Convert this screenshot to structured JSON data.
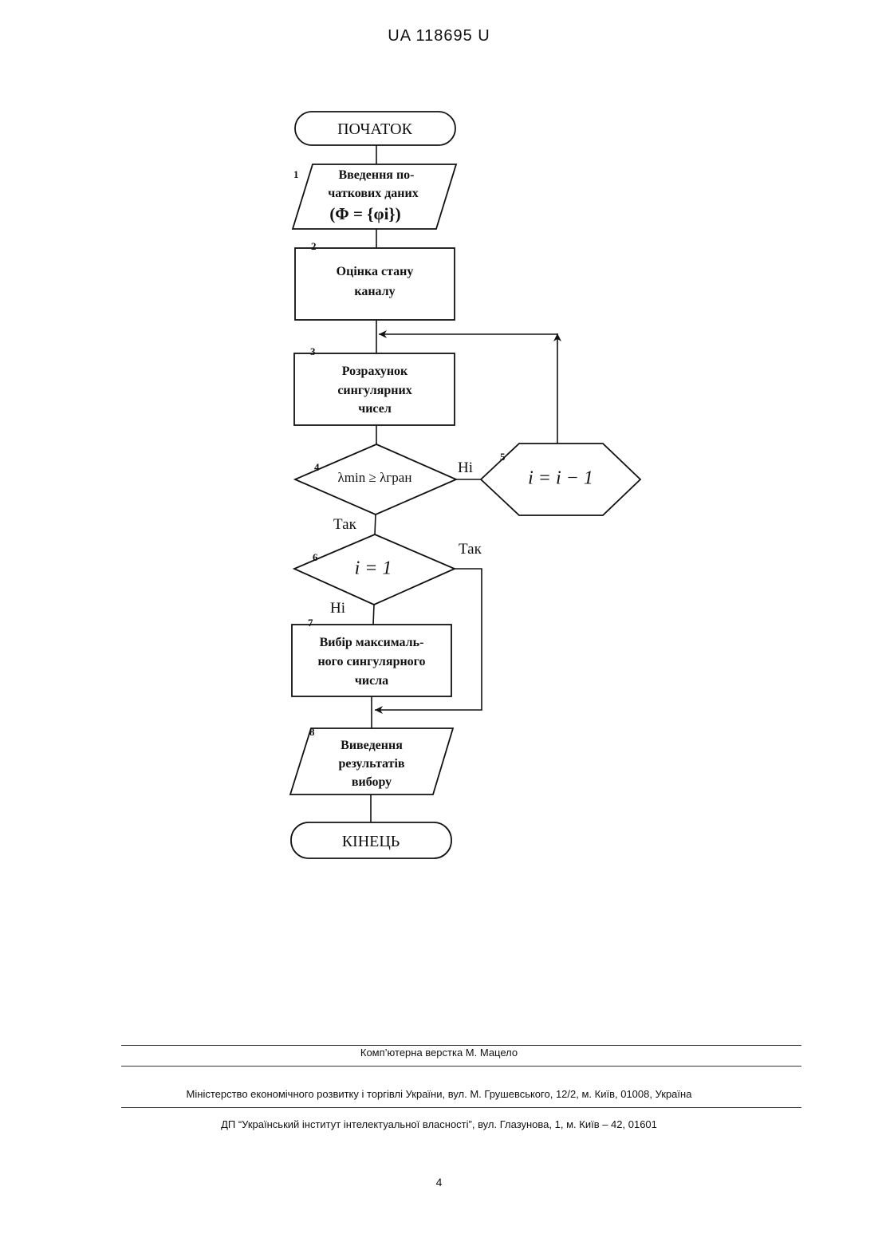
{
  "header": {
    "patent_number": "UA   118695   U"
  },
  "flowchart": {
    "start": "ПОЧАТОК",
    "end": "КІНЕЦЬ",
    "blocks": [
      {
        "num": "1",
        "lines": [
          "Введення по-",
          "чаткових даних"
        ],
        "formula": "(Φ = {φi})"
      },
      {
        "num": "2",
        "lines": [
          "Оцінка стану",
          "каналу"
        ]
      },
      {
        "num": "3",
        "lines": [
          "Розрахунок",
          "сингулярних",
          "чисел"
        ]
      },
      {
        "num": "4",
        "condition": "λmin ≥ λгран"
      },
      {
        "num": "5",
        "formula": "i = i − 1"
      },
      {
        "num": "6",
        "condition": "i = 1"
      },
      {
        "num": "7",
        "lines": [
          "Вибір максималь-",
          "ного сингулярного",
          "числа"
        ]
      },
      {
        "num": "8",
        "lines": [
          "Виведення",
          "результатів",
          "вибору"
        ]
      }
    ],
    "branch_labels": {
      "b4_no": "Ні",
      "b4_yes": "Так",
      "b6_yes": "Так",
      "b6_no": "Ні"
    }
  },
  "footer": {
    "layout_credit": "Комп’ютерна верстка М. Мацело",
    "ministry": "Міністерство економічного розвитку і торгівлі України, вул. М. Грушевського, 12/2, м. Київ, 01008, Україна",
    "institute": "ДП “Український інститут інтелектуальної власності”, вул. Глазунова, 1, м. Київ – 42, 01601",
    "page_number": "4"
  }
}
